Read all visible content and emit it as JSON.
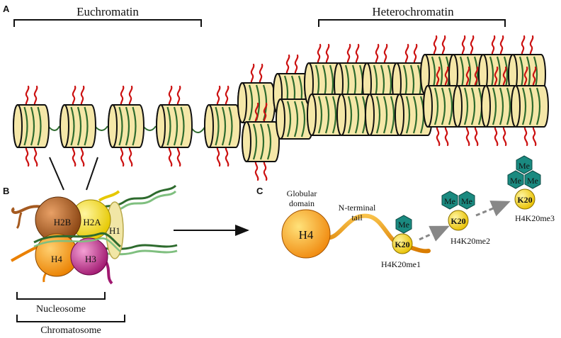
{
  "panels": {
    "a": "A",
    "b": "B",
    "c": "C"
  },
  "panel_a": {
    "euchromatin_label": "Euchromatin",
    "heterochromatin_label": "Heterochromatin"
  },
  "panel_b": {
    "histones": {
      "h2b": "H2B",
      "h2a": "H2A",
      "h1": "H1",
      "h4": "H4",
      "h3": "H3"
    },
    "nucleosome_label": "Nucleosome",
    "chromatosome_label": "Chromatosome"
  },
  "panel_c": {
    "globular_domain": [
      "Globular",
      "domain"
    ],
    "h4_label": "H4",
    "n_terminal_tail": [
      "N-terminal",
      "tail"
    ],
    "methyl_label": "Me",
    "lysine_label": "K20",
    "states": [
      "H4K20me1",
      "H4K20me2",
      "H4K20me3"
    ]
  },
  "colors": {
    "nucleosome_fill": "#f5e7a8",
    "dna_green": "#2e6b2e",
    "histone_tail_red": "#cc1111",
    "methyl_teal": "#1a8a80",
    "lysine_yellow": "#f2d21b",
    "h4_orange": "#f5a623",
    "h3_magenta": "#c2388f",
    "h2b_brown": "#a55a20",
    "h2a_yellow": "#f4e22c",
    "h1_cream": "#f1e6a6"
  }
}
